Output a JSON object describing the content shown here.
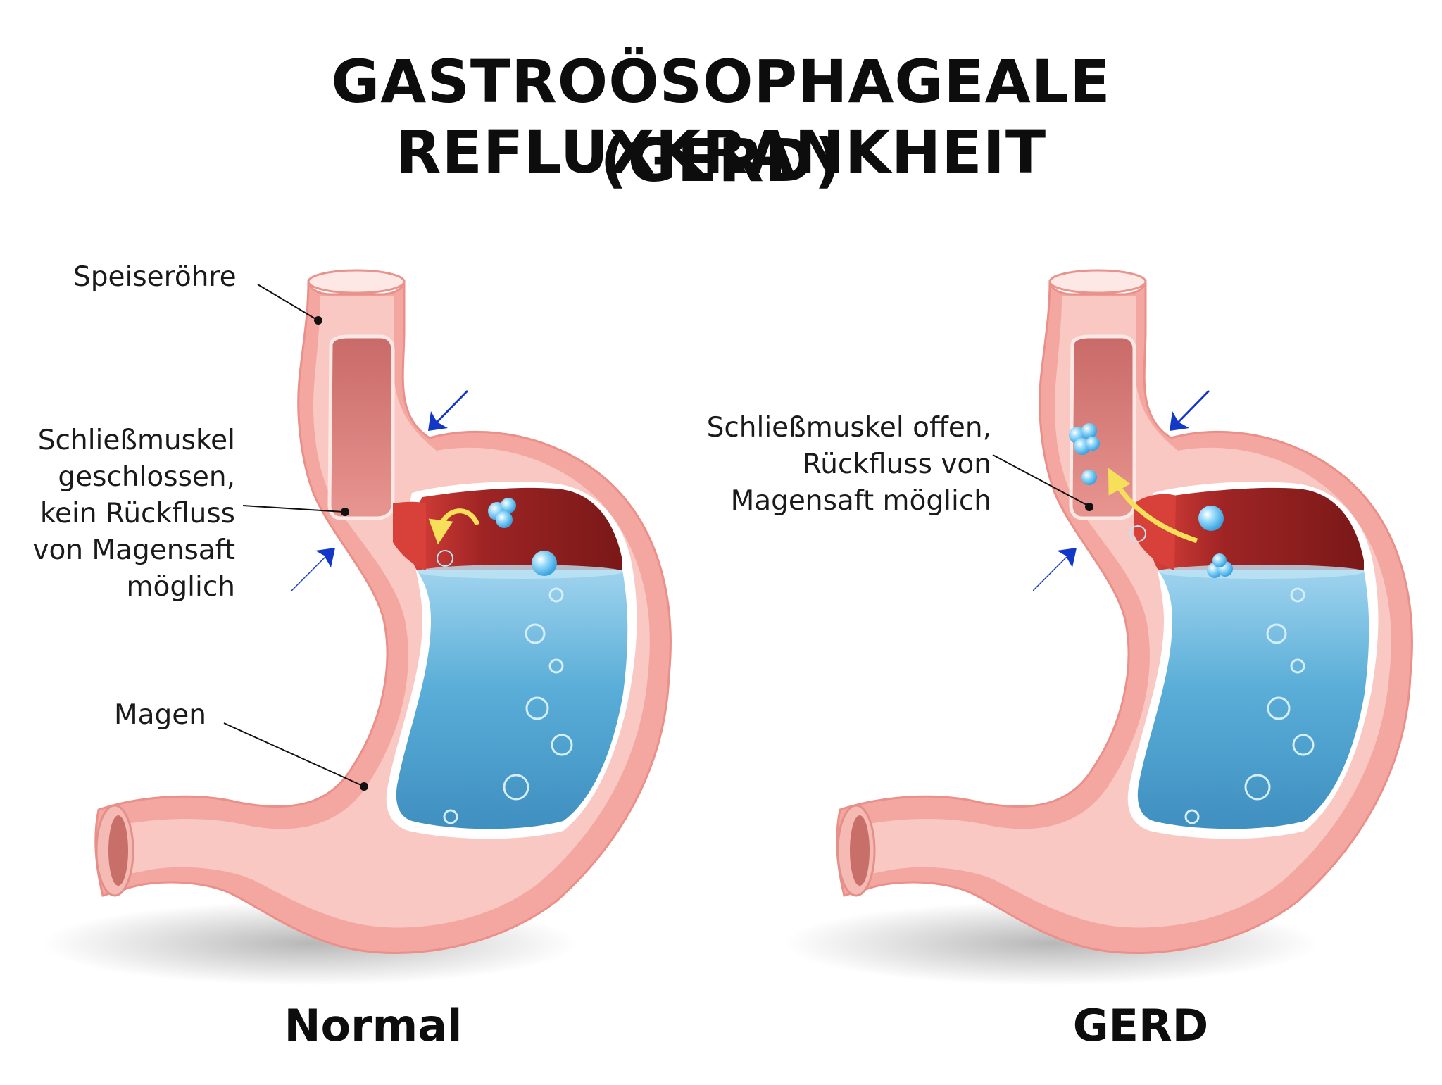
{
  "title": {
    "line1": "GASTROÖSOPHAGEALE REFLUXKRANKHEIT",
    "line2": "(GERD)"
  },
  "panels": {
    "normal": {
      "caption": "Normal",
      "labels": {
        "esophagus": "Speiseröhre",
        "sphincter_lines": [
          "Schließmuskel",
          "geschlossen,",
          "kein Rückfluss",
          "von Magensaft",
          "möglich"
        ],
        "stomach": "Magen"
      }
    },
    "gerd": {
      "caption": "GERD",
      "labels": {
        "sphincter_lines": [
          "Schließmuskel offen,",
          "Rückfluss von",
          "Magensaft möglich"
        ]
      }
    }
  },
  "colors": {
    "stomach_outer": "#f4a6a0",
    "stomach_wall": "#fde3df",
    "gastric_acid": "#5aaed8",
    "stomach_interior": "#8e1f1f",
    "arrow_blue": "#1338c8",
    "reflux_arrow": "#f6e05a"
  }
}
